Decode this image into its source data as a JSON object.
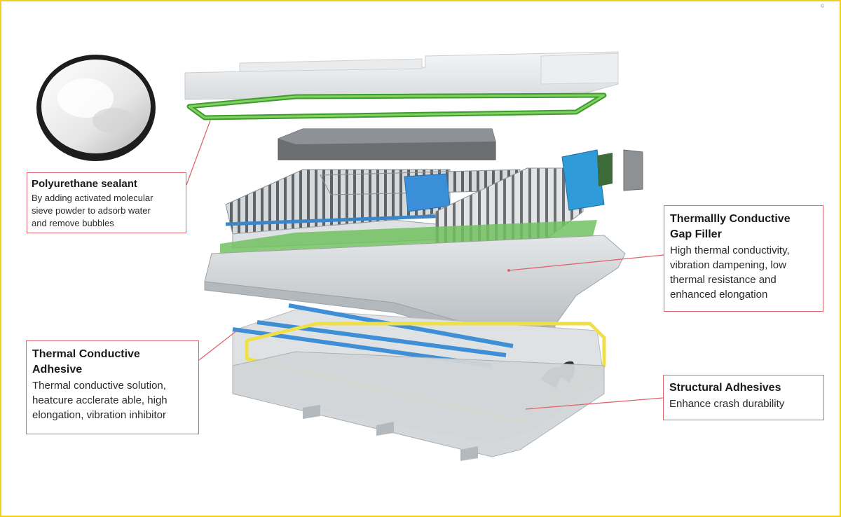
{
  "callouts": {
    "polyurethane": {
      "title": "Polyurethane sealant",
      "description": "By adding activated molecular\nsieve powder to adsorb water\nand remove bubbles"
    },
    "gap_filler": {
      "title": "Thermallly Conductive\nGap Filler",
      "description": "High thermal conductivity,\nvibration dampening, low\nthermal resistance and\nenhanced elongation"
    },
    "thermal_adhesive": {
      "title": "Thermal Conductive\nAdhesive",
      "description": "Thermal conductive solution,\nheatcure acclerate able, high\nelongation, vibration inhibitor"
    },
    "structural": {
      "title": "Structural Adhesives",
      "description": "Enhance crash durability"
    }
  },
  "corner_mark": "©",
  "colors": {
    "frame_border": "#f2cf1a",
    "callout_border": "#e0656c",
    "leader_line": "#e0656c",
    "sealant_green": "#5fbf3f",
    "gap_filler_green": "#6cbc5c",
    "adhesive_yellow": "#f0e04a",
    "cooling_blue": "#3f8fd6",
    "aluminum": "#cfd3d6"
  }
}
